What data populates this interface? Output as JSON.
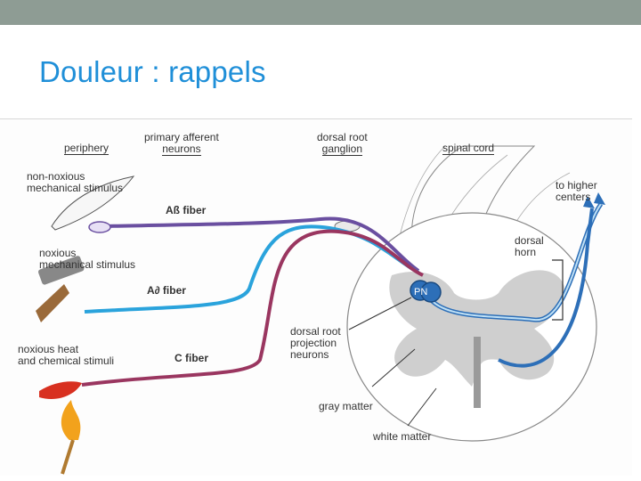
{
  "slide": {
    "title": "Douleur : rappels"
  },
  "diagram": {
    "headers": {
      "periphery": "periphery",
      "primary_afferent_line1": "primary afferent",
      "primary_afferent_line2": "neurons",
      "drg_line1": "dorsal root",
      "drg_line2": "ganglion",
      "spinal_cord": "spinal cord"
    },
    "stimuli": {
      "non_noxious_line1": "non-noxious",
      "non_noxious_line2": "mechanical stimulus",
      "noxious_mech_line1": "noxious",
      "noxious_mech_line2": "mechanical stimulus",
      "noxious_heat_line1": "noxious heat",
      "noxious_heat_line2": "and chemical stimuli"
    },
    "fibers": {
      "a_beta": "Aß fiber",
      "a_delta": "A∂ fiber",
      "c": "C fiber"
    },
    "cord_labels": {
      "to_higher_line1": "to higher",
      "to_higher_line2": "centers",
      "dorsal_horn_line1": "dorsal",
      "dorsal_horn_line2": "horn",
      "pn": "PN",
      "projection_line1": "dorsal root",
      "projection_line2": "projection",
      "projection_line3": "neurons",
      "gray_matter": "gray matter",
      "white_matter": "white matter"
    },
    "colors": {
      "a_beta": "#6a4fa0",
      "a_delta": "#2aa3dc",
      "c": "#9a3660",
      "projection": "#2d6fb8",
      "gray_matter": "#cfcfcf"
    }
  }
}
